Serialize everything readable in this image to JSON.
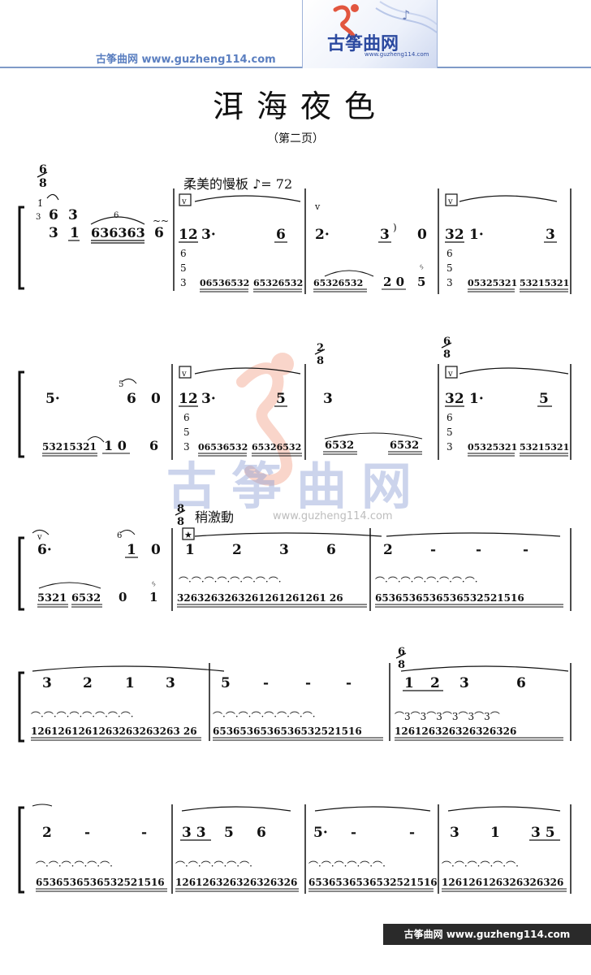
{
  "header": {
    "site_text": "古筝曲网  www.guzheng114.com",
    "logo_text": "古筝曲网",
    "logo_url": "www.guzheng114.com"
  },
  "document": {
    "title": "洱海夜色",
    "subtitle": "（第二页）",
    "tempo_marking": "柔美的慢板 ♪= 72",
    "section_marking": "稍激動"
  },
  "watermark": {
    "text": "古筝曲网",
    "url": "www.guzheng114.com"
  },
  "footer": {
    "text": "古筝曲网  www.guzheng114.com"
  },
  "time_signatures": [
    "6/8",
    "2/8",
    "6/8",
    "8/8",
    "6/8"
  ],
  "score_rows": [
    {
      "upper": [
        "1̇ 6 3",
        "3 1 636363 6",
        "12 3· 6",
        "2· 3 0",
        "32 1· 3"
      ],
      "lower": [
        "6 5 3",
        "06536532 65326532",
        "65326532 2 0 5",
        "6 5 3",
        "05325321 53215321"
      ]
    },
    {
      "upper": [
        "5·  6 0",
        "12 3· 5",
        "3",
        "32 1· 5"
      ],
      "lower": [
        "53215321 1 0 6",
        "6 5 3 06536532 65326532",
        "6532 6532",
        "6 5 3 05325321 53215321"
      ]
    },
    {
      "upper": [
        "6·  1 0",
        "1 2 3 6",
        "2 - - -"
      ],
      "lower": [
        "5321 6532 0 1",
        "3263263263261261261261 26",
        "6536536536536532521516"
      ]
    },
    {
      "upper": [
        "3 2 1 3",
        "5 - - -",
        "1 2 3 6"
      ],
      "lower": [
        "1261261261263263263263 26",
        "6536536536536532521516",
        "126126326326326326"
      ]
    },
    {
      "upper": [
        "2 - -",
        "3 3 5 6",
        "5 - -",
        "3 1 3 5"
      ],
      "lower": [
        "6536536536532521516",
        "126126326326326326",
        "6536536536532521516",
        "126126126326326326"
      ]
    }
  ]
}
